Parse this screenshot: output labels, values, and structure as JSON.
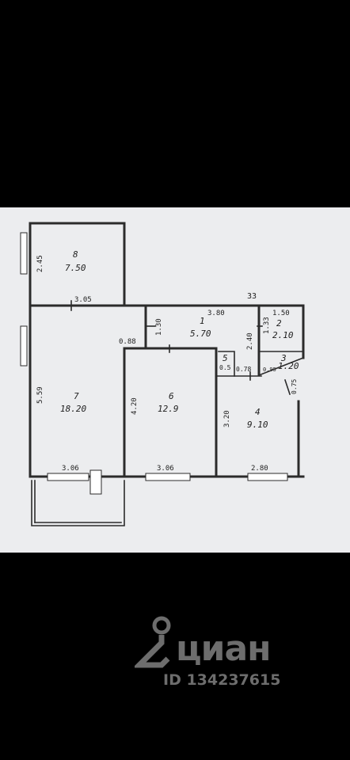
{
  "plan": {
    "rooms": [
      {
        "id": "room-8",
        "number": "8",
        "area": "7.50"
      },
      {
        "id": "room-7",
        "number": "7",
        "area": "18.20"
      },
      {
        "id": "room-6",
        "number": "6",
        "area": "12.9"
      },
      {
        "id": "room-1",
        "number": "1",
        "area": "5.70"
      },
      {
        "id": "room-2",
        "number": "2",
        "area": "2.10"
      },
      {
        "id": "room-3",
        "number": "3",
        "area": "1.20"
      },
      {
        "id": "room-4",
        "number": "4",
        "area": "9.10"
      },
      {
        "id": "room-5",
        "number": "5",
        "area": ""
      }
    ],
    "dimensions": {
      "d_2_45": "2.45",
      "d_3_05": "3.05",
      "d_33": "33",
      "d_3_80": "3.80",
      "d_1_50": "1.50",
      "d_1_30": "1.30",
      "d_0_88": "0.88",
      "d_1_33": "1.33",
      "d_2_40": "2.40",
      "d_5_59": "5.59",
      "d_4_20": "4.20",
      "d_3_20": "3.20",
      "d_0_78": "0.78",
      "d_0_5": "0.5",
      "d_0_95": "0.95",
      "d_0_75": "0.75",
      "d_3_06_a": "3.06",
      "d_3_06_b": "3.06",
      "d_2_80": "2.80"
    }
  },
  "watermark": {
    "brand": "циан",
    "listing_id": "ID 134237615"
  },
  "colors": {
    "background": "#000000",
    "paper": "#ecedef",
    "ink": "#2b2b2b",
    "watermark": "#6d6d6d"
  }
}
